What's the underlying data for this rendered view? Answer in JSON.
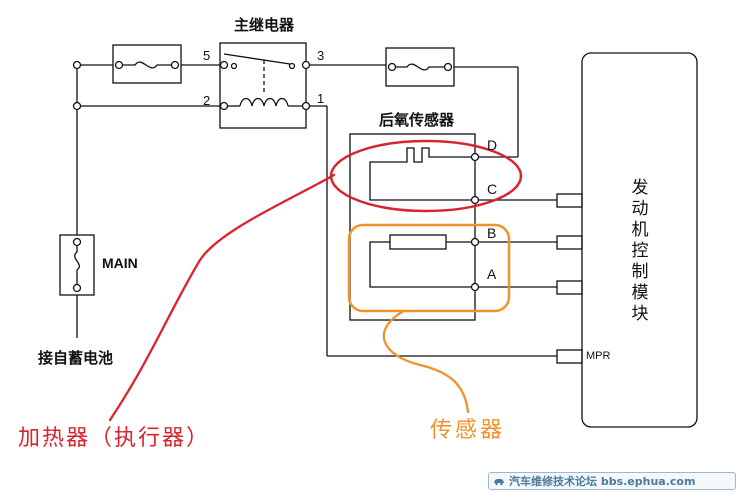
{
  "labels": {
    "main_relay": "主继电器",
    "o2_sensor": "后氧传感器",
    "fuse_main": "MAIN",
    "battery": "接自蓄电池",
    "ecm": "发动机控制模块",
    "mpr": "MPR"
  },
  "pins": {
    "relay_5": "5",
    "relay_3": "3",
    "relay_2": "2",
    "relay_1": "1",
    "sensor_d": "D",
    "sensor_c": "C",
    "sensor_b": "B",
    "sensor_a": "A"
  },
  "annotations": {
    "heater": "加热器（执行器）",
    "sensor": "传感器"
  },
  "watermark": {
    "text": "汽车维修技术论坛 bbs.ephua.com"
  },
  "colors": {
    "line": "#111111",
    "heater_highlight": "#d9232e",
    "sensor_highlight": "#f0922e",
    "watermark": "#4a7a9c"
  }
}
